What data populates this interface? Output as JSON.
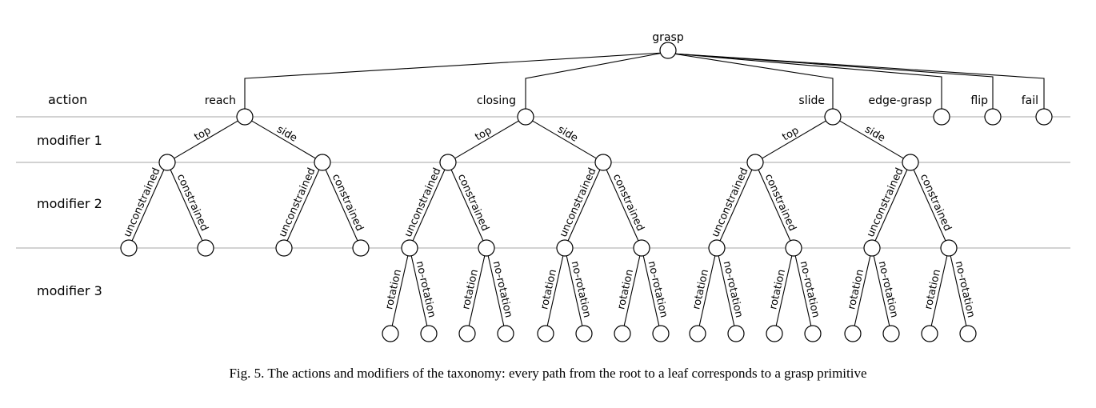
{
  "levels": [
    "action",
    "modifier 1",
    "modifier 2",
    "modifier 3"
  ],
  "root": "grasp",
  "actions": [
    "reach",
    "closing",
    "slide",
    "edge-grasp",
    "flip",
    "fail"
  ],
  "modifier1": [
    "top",
    "side"
  ],
  "modifier2": [
    "unconstrained",
    "constrained"
  ],
  "modifier3": [
    "rotation",
    "no-rotation"
  ],
  "caption": "Fig. 5.   The actions and modifiers of the taxonomy: every path from the root to a leaf corresponds to a grasp primitive"
}
